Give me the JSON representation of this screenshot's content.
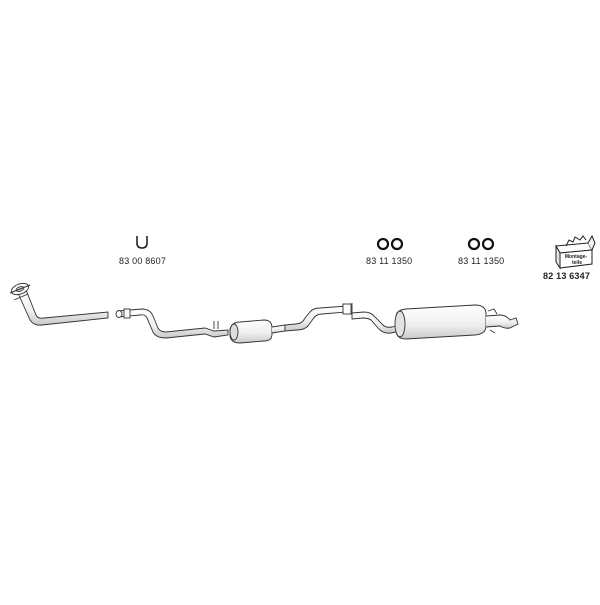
{
  "parts": {
    "clamp": {
      "icon": "u-clamp-icon",
      "number": "83 00 8607"
    },
    "rings_1": {
      "icon": "rubber-rings-icon",
      "number": "83 11 1350"
    },
    "rings_2": {
      "icon": "rubber-rings-icon",
      "number": "83 11 1350"
    },
    "kit": {
      "icon": "mounting-kit-box-icon",
      "box_text_line1": "Montage-",
      "box_text_line2": "teile",
      "number": "82 13 6347"
    }
  },
  "exhaust": {
    "components": [
      {
        "name": "front-pipe-icon"
      },
      {
        "name": "center-pipe-icon"
      },
      {
        "name": "middle-silencer-icon"
      },
      {
        "name": "intermediate-pipe-icon"
      },
      {
        "name": "rear-silencer-icon"
      }
    ]
  },
  "colors": {
    "line": "#333333",
    "fill": "#ffffff",
    "shade": "#d8d8d8"
  }
}
